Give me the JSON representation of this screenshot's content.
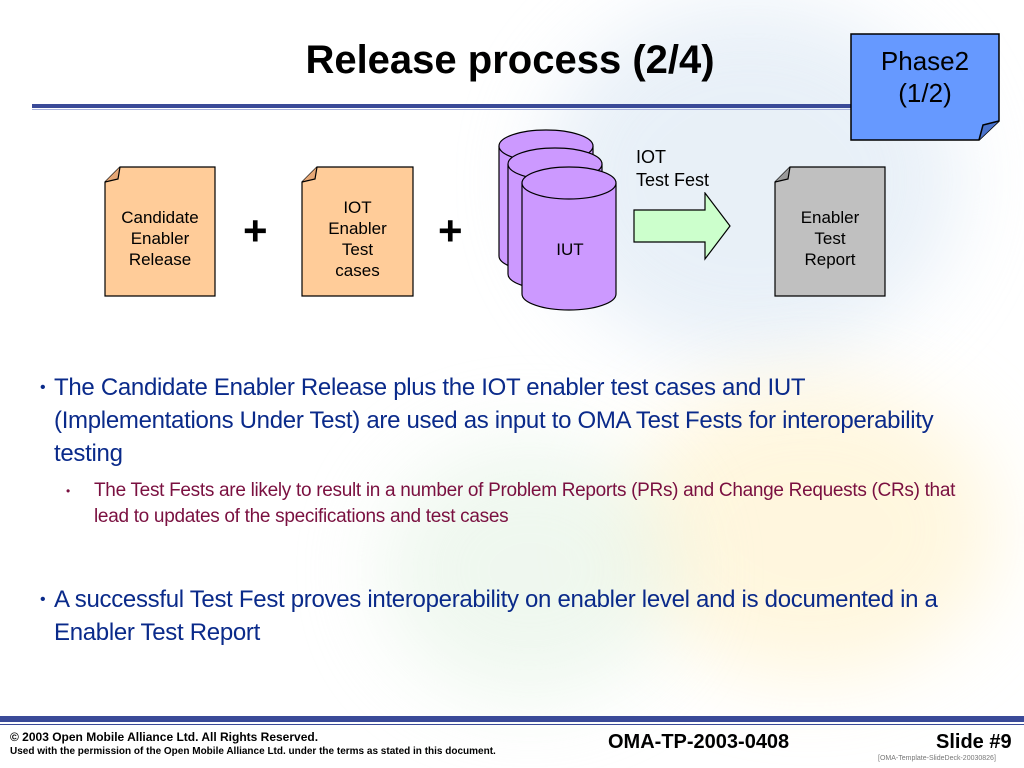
{
  "slide": {
    "title": "Release process (2/4)",
    "phase_line1": "Phase2",
    "phase_line2": "(1/2)"
  },
  "diagram": {
    "doc1": [
      "Candidate",
      "Enabler",
      "Release"
    ],
    "doc2": [
      "IOT",
      "Enabler",
      "Test",
      "cases"
    ],
    "plus": "+",
    "iut": "IUT",
    "arrow_label": [
      "IOT",
      "Test Fest"
    ],
    "doc3": [
      "Enabler",
      "Test",
      "Report"
    ]
  },
  "bullets": {
    "b1_dot": "•",
    "b1": "The Candidate Enabler Release plus the IOT enabler test cases and IUT (Implementations Under Test) are used as input to OMA Test Fests for interoperability testing",
    "b2_dot": "•",
    "b2": "The Test Fests are likely to result in a number of Problem Reports (PRs) and Change Requests (CRs) that lead to updates of the specifications and test cases",
    "b3_dot": "•",
    "b3": "A successful Test Fest proves interoperability on enabler level and is documented in a Enabler Test Report"
  },
  "footer": {
    "copyright": "© 2003 Open Mobile Alliance Ltd.  All Rights Reserved.",
    "permission": "Used with the permission of the Open Mobile Alliance Ltd. under the terms as stated in this document.",
    "doc_id": "OMA-TP-2003-0408",
    "slide_number": "Slide #9",
    "template": "[OMA-Template-SlideDeck-20030826]"
  },
  "colors": {
    "doc_orange": "#ffcc99",
    "doc_grey": "#c0c0c0",
    "iut_purple": "#cc99ff",
    "arrow_green": "#ccffcc",
    "phase_blue": "#6699ff",
    "accent_navy": "#3a4a98"
  }
}
